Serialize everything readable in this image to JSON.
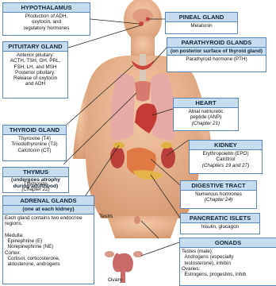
{
  "hypothalamus": {
    "title": "HYPOTHALAMUS",
    "lines": [
      "Production of ADH,",
      "oxytocin, and",
      "regulatory hormones"
    ]
  },
  "pituitary": {
    "title": "PITUITARY GLAND",
    "lines": [
      "Anterior pituitary:",
      "ACTH, TSH, GH, PRL,",
      "FSH, LH, and MSH",
      "Posterior pituitary:",
      "Release of oxytocin",
      "and ADH"
    ]
  },
  "thyroid": {
    "title": "THYROID GLAND",
    "lines": [
      "Thyroxine (T4)",
      "Triiodothyronine (T3)",
      "Calcitonin (CT)"
    ]
  },
  "thymus": {
    "title": "THYMUS",
    "subtitle": "(undergoes atrophy during adulthood)",
    "lines": [
      "Thymosins"
    ],
    "ref": "(Chapter 22)"
  },
  "adrenal": {
    "title": "ADRENAL GLANDS",
    "subtitle": "(one at each kidney)",
    "intro": "Each gland contains two endocrine regions.",
    "medulla_label": "Medulla:",
    "medulla": [
      "Epinephrine (E)",
      "Norepinephrine (NE)"
    ],
    "cortex_label": "Cortex:",
    "cortex": [
      "Cortisol, corticosterone,",
      "aldosterone, androgens"
    ]
  },
  "pineal": {
    "title": "PINEAL GLAND",
    "lines": [
      "Melatonin"
    ]
  },
  "parathyroid": {
    "title": "PARATHYROID GLANDS",
    "subtitle": "(on posterior surface of thyroid gland)",
    "lines": [
      "Parathyroid hormone (PTH)"
    ]
  },
  "heart": {
    "title": "HEART",
    "lines": [
      "Atrial natriuretic",
      "peptide (ANP)"
    ],
    "ref": "(Chapter 21)"
  },
  "kidney": {
    "title": "KIDNEY",
    "lines": [
      "Erythropoietin (EPO)",
      "Calcitriol"
    ],
    "ref": "(Chapters 19 and 27)"
  },
  "digestive": {
    "title": "DIGESTIVE TRACT",
    "lines": [
      "Numerous hormones"
    ],
    "ref": "(Chapter 24)"
  },
  "pancreatic": {
    "title": "PANCREATIC ISLETS",
    "lines": [
      "Insulin, glucagon"
    ]
  },
  "gonads": {
    "title": "GONADS",
    "male_label": "Testes (male):",
    "male": [
      "Androgens (especially",
      "testosterone), inhibin"
    ],
    "female_label": "Ovaries:",
    "female": [
      "Estrogens, progestins, inhib"
    ]
  },
  "labels": {
    "testis": "Testis",
    "ovary": "Ovary"
  },
  "colors": {
    "header_fill": "#c8dcef",
    "border": "#5b87b8",
    "skin": "#e9b08a",
    "organ": "#c9463a",
    "lung": "#e7a9a6",
    "leader": "#222222"
  }
}
